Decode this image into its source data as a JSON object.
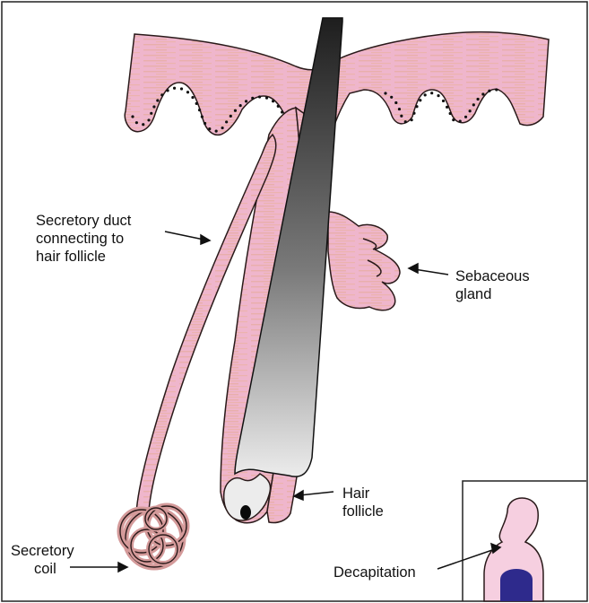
{
  "labels": {
    "secretory_duct": [
      "Secretory duct",
      "connecting to",
      "hair follicle"
    ],
    "sebaceous_gland": [
      "Sebaceous",
      "gland"
    ],
    "hair_follicle": [
      "Hair",
      "follicle"
    ],
    "secretory_coil": [
      "Secretory",
      "coil"
    ],
    "decapitation": "Decapitation"
  },
  "colors": {
    "tissue_fill": "#efb6cc",
    "tissue_stroke": "#2a1a1a",
    "dot_color": "#111111",
    "hair_dark": "#222222",
    "hair_light": "#e6e6e6",
    "cell_fill": "#f6cfe0",
    "nucleus_fill": "#2e2a8c",
    "frame": "#222222"
  }
}
